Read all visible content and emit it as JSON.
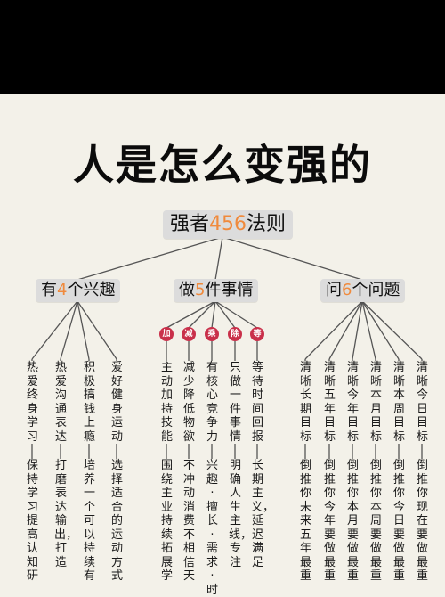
{
  "title": "人是怎么变强的",
  "root": {
    "pre": "强者",
    "num": "456",
    "post": "法则"
  },
  "groups": [
    {
      "pre": "有",
      "num": "4",
      "post": "个兴趣",
      "items": [
        {
          "top": "热爱终身学习",
          "bottom": "保持学习提高认知研"
        },
        {
          "top": "热爱沟通表达",
          "bottom": "打磨表达输出，打造"
        },
        {
          "top": "积极搞钱上瘾",
          "bottom": "培养一个可以持续有"
        },
        {
          "top": "爱好健身运动",
          "bottom": "选择适合的运动方式"
        }
      ]
    },
    {
      "pre": "做",
      "num": "5",
      "post": "件事情",
      "tags": [
        "加",
        "减",
        "乘",
        "除",
        "等"
      ],
      "items": [
        {
          "top": "主动加持技能",
          "bottom": "围绕主业持续拓展学"
        },
        {
          "top": "减少降低物欲",
          "bottom": "不冲动消费不相信天"
        },
        {
          "top": "有核心竞争力",
          "bottom": "兴趣·擅长·需求·时"
        },
        {
          "top": "只做一件事情",
          "bottom": "明确人生主线，专注"
        },
        {
          "top": "等待时间回报",
          "bottom": "长期主义，延迟满足"
        }
      ]
    },
    {
      "pre": "问",
      "num": "6",
      "post": "个问题",
      "items": [
        {
          "top": "清晰长期目标",
          "bottom": "倒推你未来五年最重"
        },
        {
          "top": "清晰五年目标",
          "bottom": "倒推你今年要做最重"
        },
        {
          "top": "清晰今年目标",
          "bottom": "倒推你本月要做最重"
        },
        {
          "top": "清晰本月目标",
          "bottom": "倒推你本周要做最重"
        },
        {
          "top": "清晰本周目标",
          "bottom": "倒推你今日要做最重"
        },
        {
          "top": "清晰今日目标",
          "bottom": "倒推你现在要做最重"
        }
      ]
    }
  ]
}
